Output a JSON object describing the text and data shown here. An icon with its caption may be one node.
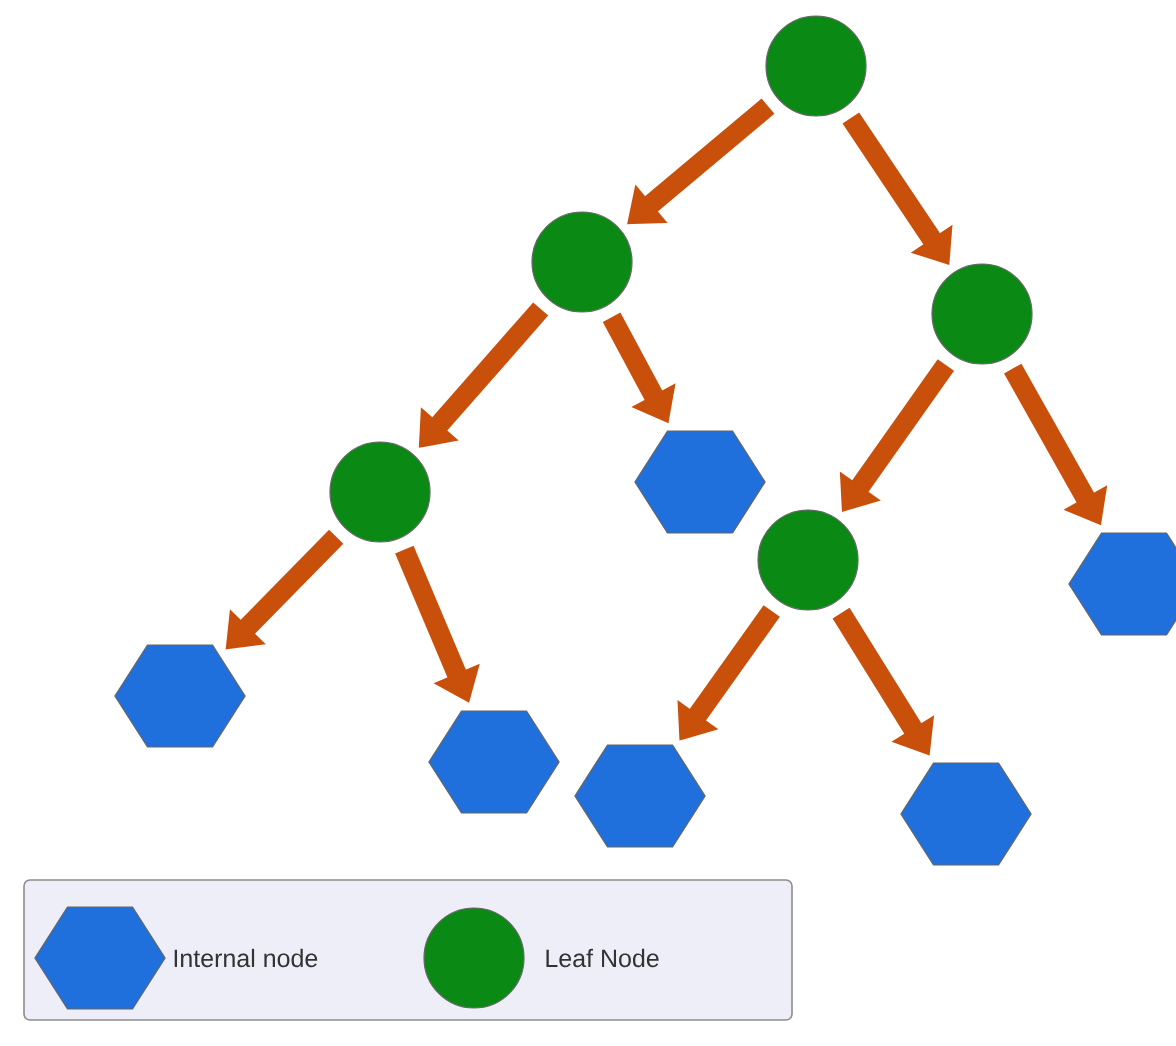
{
  "diagram": {
    "nodes": [
      {
        "text": [],
        "shape": "circle"
      },
      {
        "text": [],
        "shape": "circle"
      },
      {
        "text": [],
        "shape": "circle"
      },
      {
        "text": [],
        "shape": "circle"
      },
      {
        "text": [],
        "shape": "hexagon"
      },
      {
        "text": [],
        "shape": "circle"
      },
      {
        "text": [],
        "shape": "hexagon"
      },
      {
        "text": [],
        "shape": "hexagon"
      },
      {
        "text": [],
        "shape": "hexagon"
      },
      {
        "text": [],
        "shape": "hexagon"
      },
      {
        "text": [],
        "shape": "hexagon"
      }
    ],
    "edges": [
      {
        "from": 0,
        "to": 1,
        "arrow": "to"
      },
      {
        "from": 0,
        "to": 2,
        "arrow": "to"
      },
      {
        "from": 1,
        "to": 3,
        "arrow": "to"
      },
      {
        "from": 1,
        "to": 4,
        "arrow": "to"
      },
      {
        "from": 2,
        "to": 5,
        "arrow": "to"
      },
      {
        "from": 2,
        "to": 6,
        "arrow": "to"
      },
      {
        "from": 3,
        "to": 7,
        "arrow": "to"
      },
      {
        "from": 3,
        "to": 8,
        "arrow": "to"
      },
      {
        "from": 5,
        "to": 9,
        "arrow": "to"
      },
      {
        "from": 5,
        "to": 10,
        "arrow": "to"
      }
    ],
    "legend": [
      {
        "text": "Internal node"
      },
      {
        "text": "Leaf Node"
      }
    ]
  }
}
